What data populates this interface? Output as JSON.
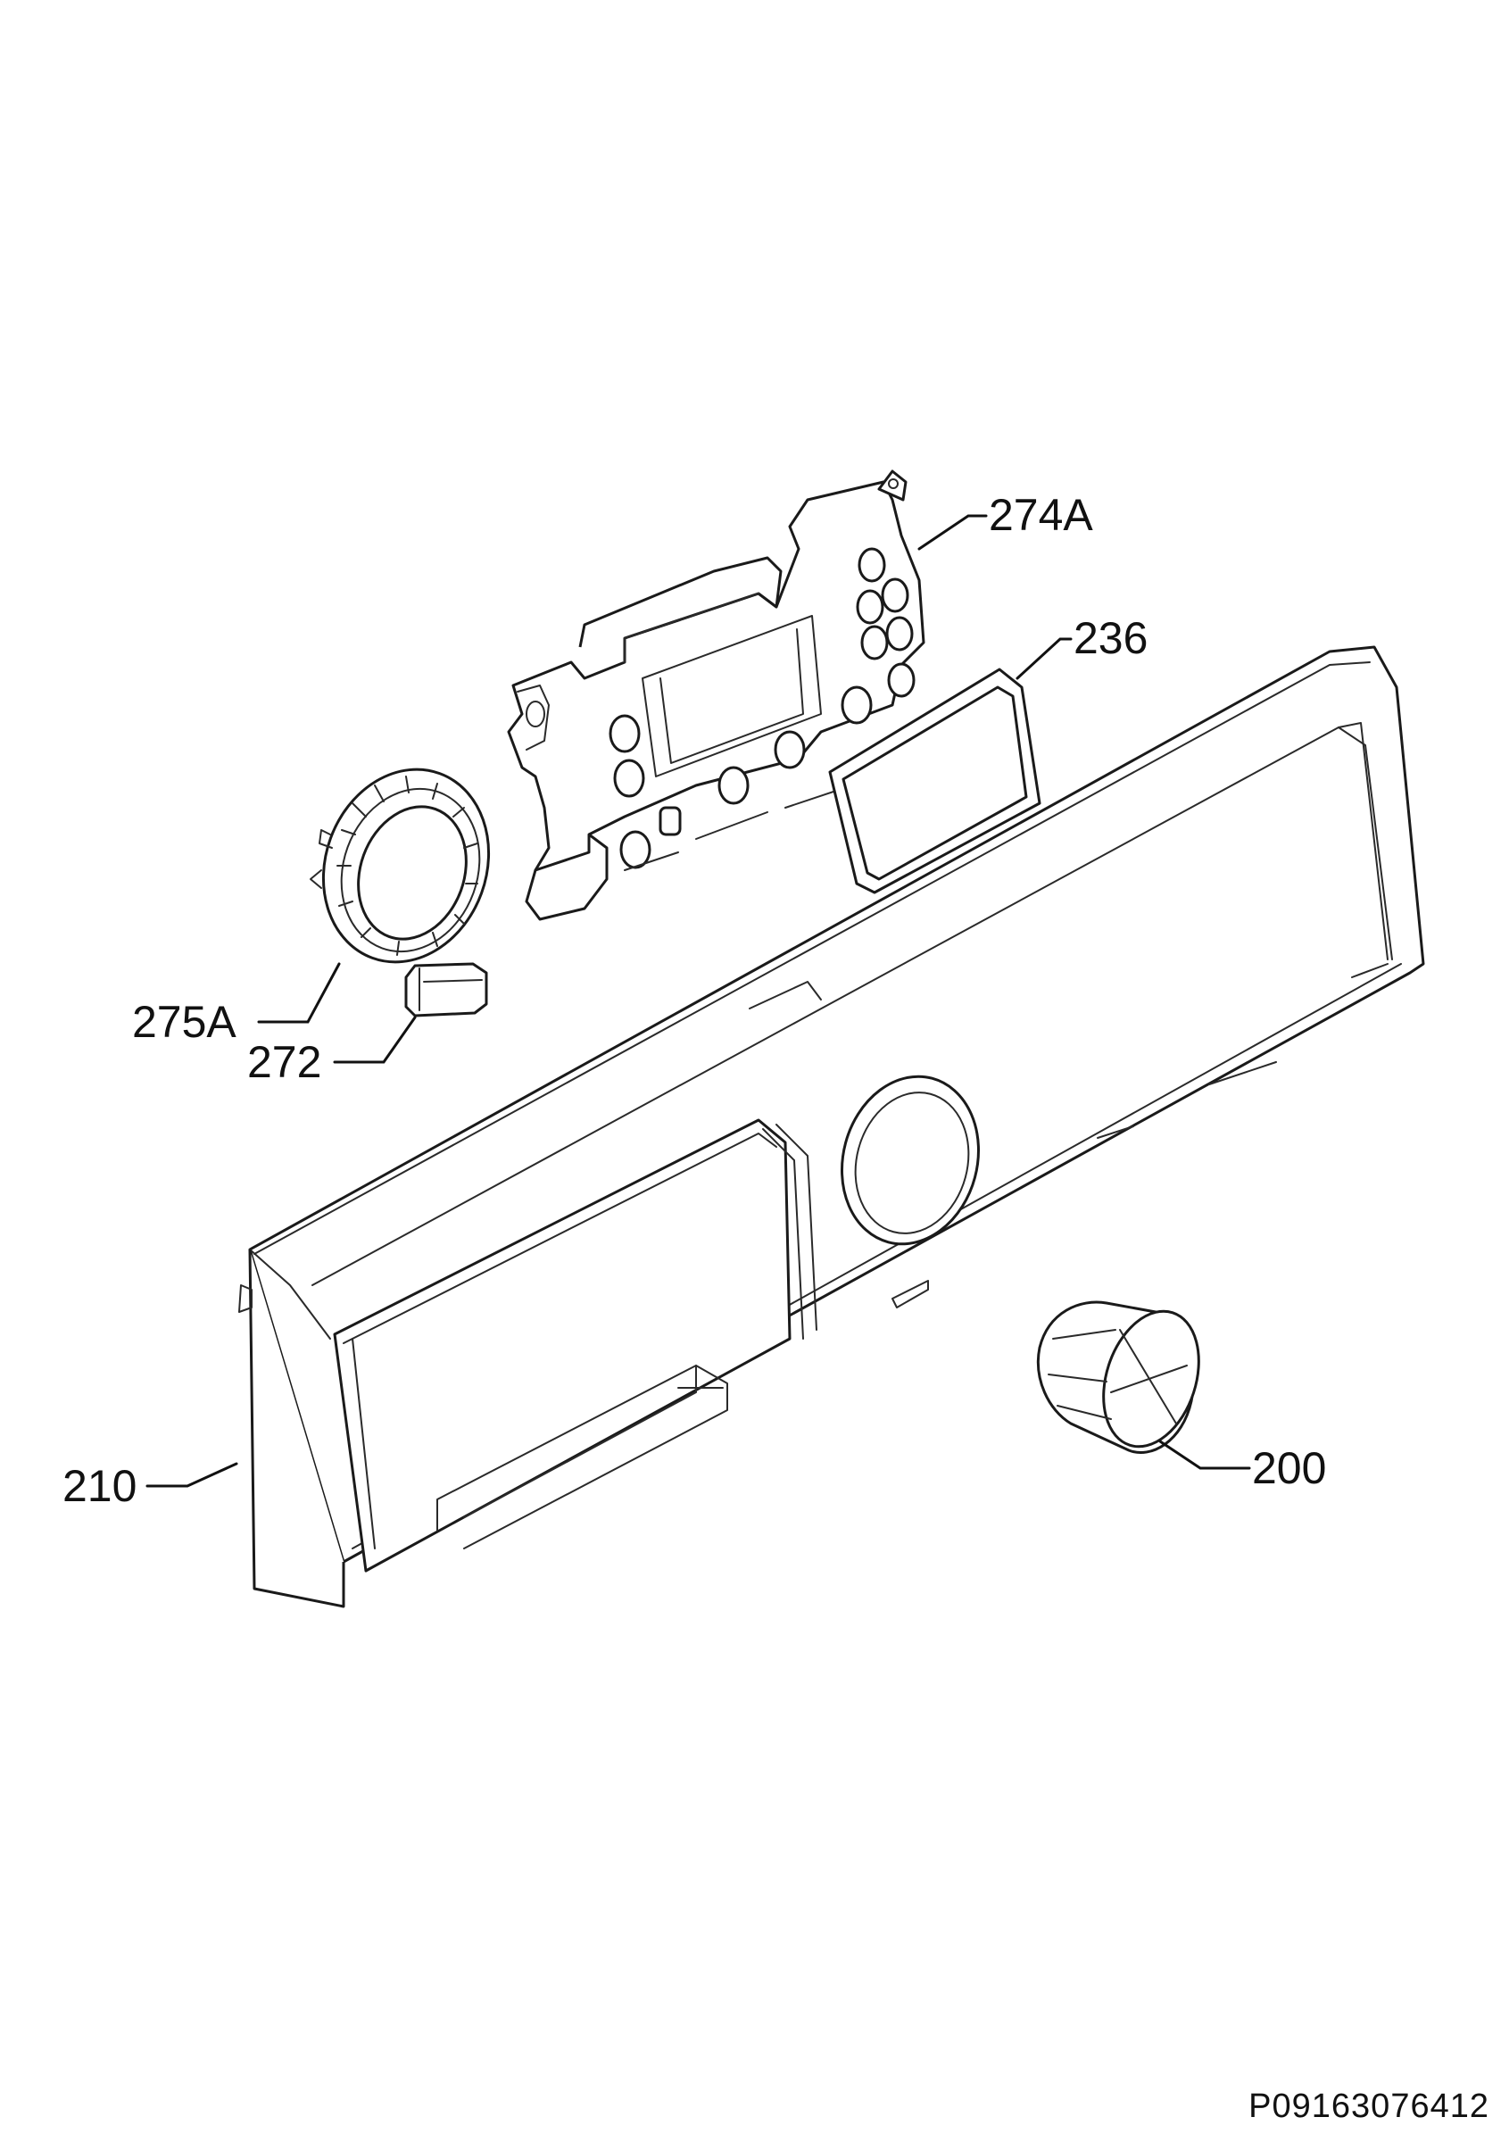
{
  "labels": {
    "part_274A": "274A",
    "part_236": "236",
    "part_275A": "275A",
    "part_272": "272",
    "part_200": "200",
    "part_210": "210"
  },
  "document_code": "P09163076412"
}
